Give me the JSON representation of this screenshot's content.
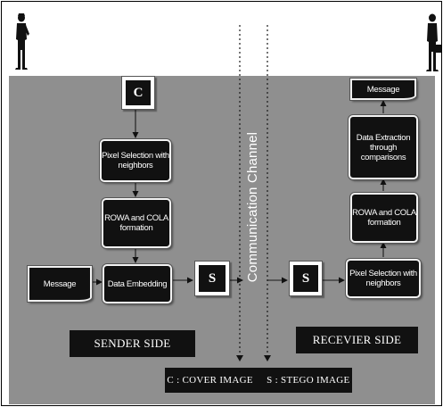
{
  "nodes": {
    "c_cover": "C",
    "pixel_sel_sender": "Pixel Selection with neighbors",
    "rowa_sender": "ROWA and COLA formation",
    "embedding": "Data Embedding",
    "msg_in": "Message",
    "s_out": "S",
    "s_in": "S",
    "pixel_sel_receiver": "Pixel Selection with neighbors",
    "rowa_receiver": "ROWA and COLA formation",
    "extraction": "Data Extraction through comparisons",
    "msg_out": "Message"
  },
  "channel_label": "Communication Channel",
  "sender_label": "SENDER SIDE",
  "receiver_label": "RECEVIER SIDE",
  "legend": "C : COVER IMAGE     S : STEGO IMAGE",
  "icons": {
    "sender": "businessman-silhouette-icon",
    "receiver": "businessman-with-briefcase-icon"
  },
  "colors": {
    "panel": "#8f8f8f",
    "box": "#111111"
  }
}
